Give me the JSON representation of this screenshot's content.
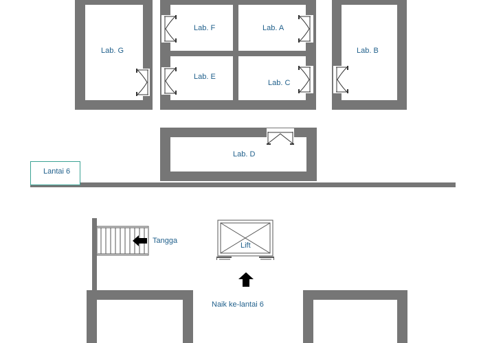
{
  "floor_label": "Lantai 6",
  "rooms": {
    "lab_g": "Lab. G",
    "lab_f": "Lab. F",
    "lab_a": "Lab. A",
    "lab_b": "Lab. B",
    "lab_e": "Lab. E",
    "lab_c": "Lab. C",
    "lab_d": "Lab. D"
  },
  "stairs_label": "Tangga",
  "lift_label": "Lift",
  "up_label": "Naik ke-lantai 6",
  "colors": {
    "wall": "#767676",
    "label": "#1f5f8b",
    "floor_border": "#3aa293"
  }
}
